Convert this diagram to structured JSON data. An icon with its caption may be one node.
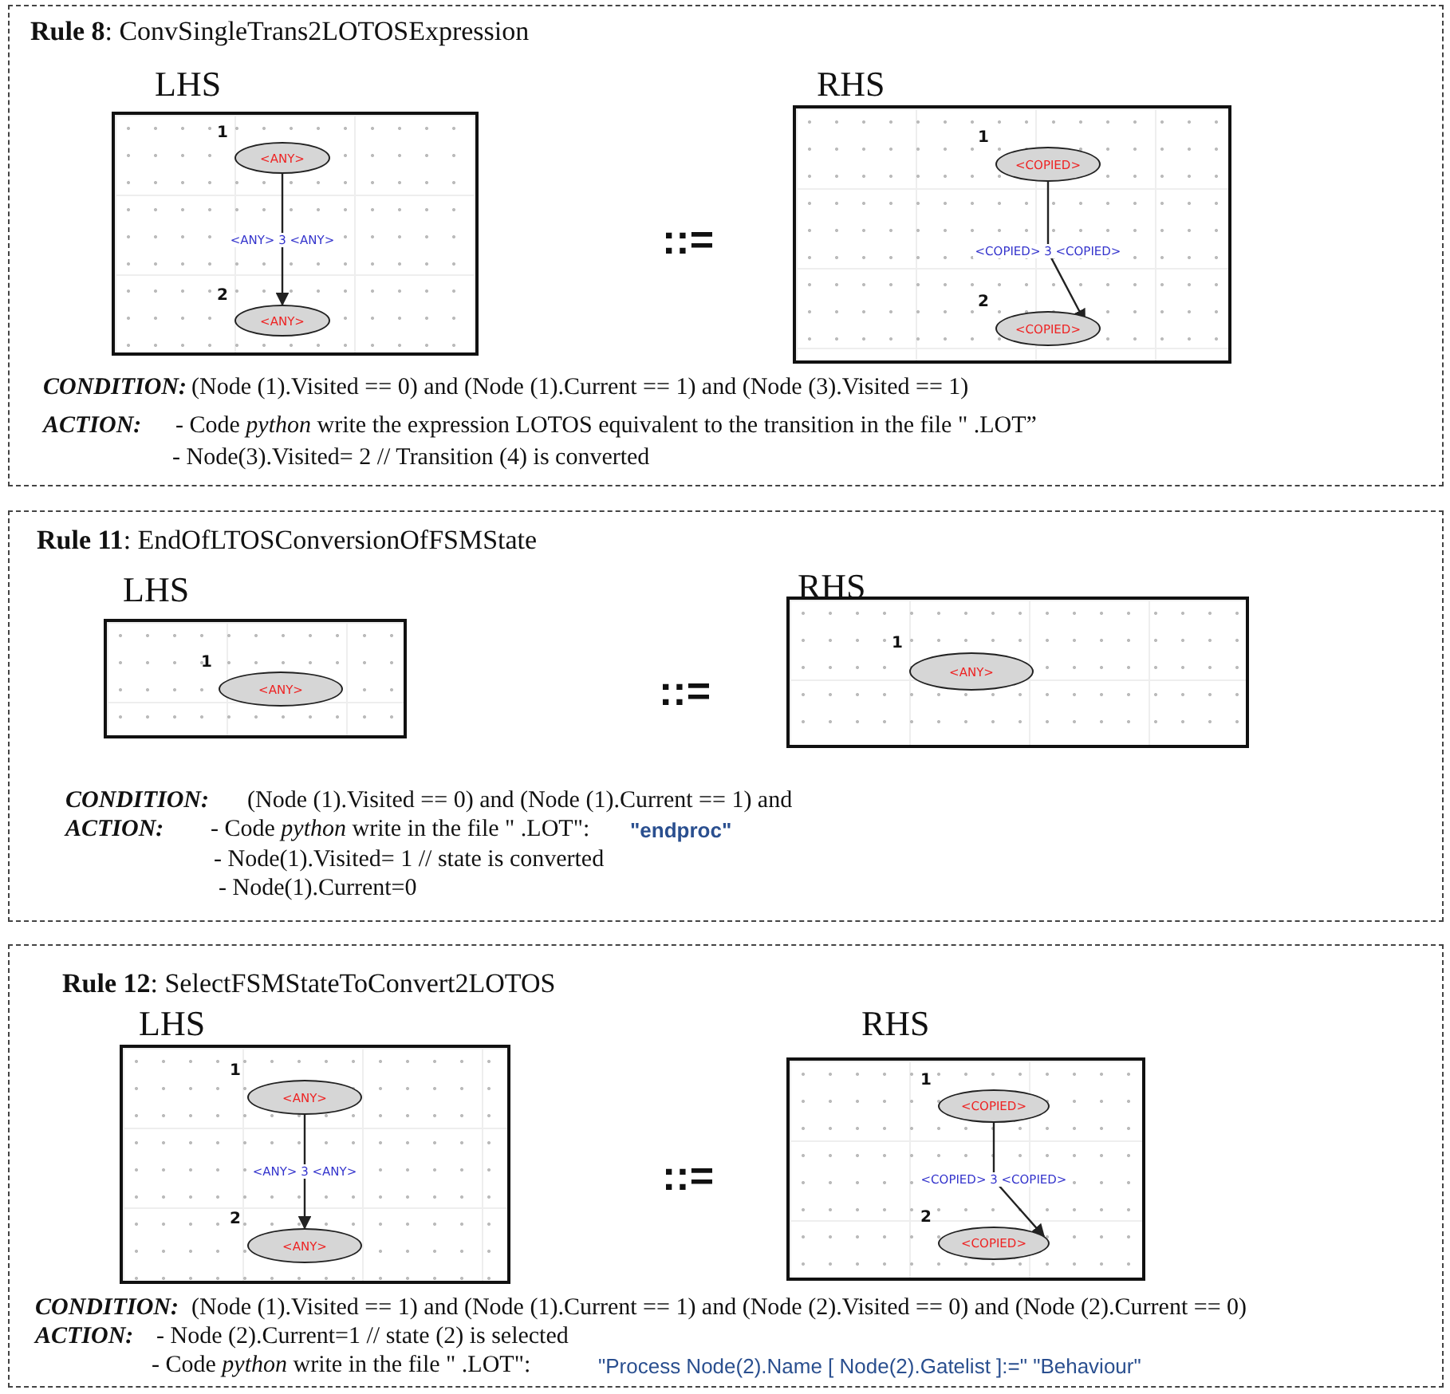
{
  "diagram": {
    "nodes": [
      {
        "text": [
          "**Rule 8**: ConvSingleTrans2LOTOSExpression"
        ]
      },
      {
        "text": [
          "LHS"
        ],
        "in": 0
      },
      {
        "text": [
          "<ANY>"
        ],
        "in": 1,
        "beside": [
          "1"
        ]
      },
      {
        "text": [
          "<ANY>"
        ],
        "in": 1,
        "beside": [
          "2"
        ]
      },
      {
        "text": [
          "RHS"
        ],
        "in": 0
      },
      {
        "text": [
          "<COPIED>"
        ],
        "in": 4,
        "beside": [
          "1"
        ]
      },
      {
        "text": [
          "<COPIED>"
        ],
        "in": 4,
        "beside": [
          "2"
        ]
      },
      {
        "text": [
          "**Rule 11**: EndOfLTOSConversionOfFSMState"
        ]
      },
      {
        "text": [
          "LHS"
        ],
        "in": 7
      },
      {
        "text": [
          "<ANY>"
        ],
        "in": 8,
        "beside": [
          "1"
        ]
      },
      {
        "text": [
          "RHS"
        ],
        "in": 7
      },
      {
        "text": [
          "<ANY>"
        ],
        "in": 10,
        "beside": [
          "1"
        ]
      },
      {
        "text": [
          "**Rule 12**: SelectFSMStateToConvert2LOTOS"
        ]
      },
      {
        "text": [
          "LHS"
        ],
        "in": 12
      },
      {
        "text": [
          "<ANY>"
        ],
        "in": 13,
        "beside": [
          "1"
        ]
      },
      {
        "text": [
          "<ANY>"
        ],
        "in": 13,
        "beside": [
          "2"
        ]
      },
      {
        "text": [
          "RHS"
        ],
        "in": 12
      },
      {
        "text": [
          "<COPIED>"
        ],
        "in": 16,
        "beside": [
          "1"
        ]
      },
      {
        "text": [
          "<COPIED>"
        ],
        "in": 16,
        "beside": [
          "2"
        ]
      }
    ],
    "edges": [
      {
        "from": 2,
        "to": 3,
        "arrow": "to",
        "label": "<ANY> 3 <ANY>"
      },
      {
        "from": 5,
        "to": 6,
        "arrow": "to",
        "label": "<COPIED> 3 <COPIED>"
      },
      {
        "from": 14,
        "to": 15,
        "arrow": "to",
        "label": "<ANY> 3 <ANY>"
      },
      {
        "from": 17,
        "to": 18,
        "arrow": "to",
        "label": "<COPIED> 3 <COPIED>"
      }
    ],
    "labels": [
      "::=",
      "CONDITION:",
      "(Node (1).Visited == 0) and (Node (1).Current == 1) and (Node (3).Visited == 1)",
      "ACTION:",
      "- Code *python* write the expression LOTOS equivalent to the transition in the file \" .LOT”",
      "- Node(3).Visited= 2 // Transition (4) is converted",
      "::=",
      "CONDITION:",
      "(Node (1).Visited == 0) and (Node (1).Current == 1) and",
      "ACTION:",
      "- Code *python* write in the file \" .LOT\":",
      "\"endproc\"",
      "- Node(1).Visited= 1 // state is converted",
      "- Node(1).Current=0",
      "::=",
      "CONDITION:",
      "(Node (1).Visited == 1) and (Node (1).Current == 1) and (Node (2).Visited == 0) and (Node (2).Current == 0)",
      "ACTION:",
      "- Node (2).Current=1 // state (2) is selected",
      "- Code *python* write in the file \" .LOT\":",
      "\"Process Node(2).Name [ Node(2).Gatelist ]:=\" \"Behaviour\""
    ]
  }
}
